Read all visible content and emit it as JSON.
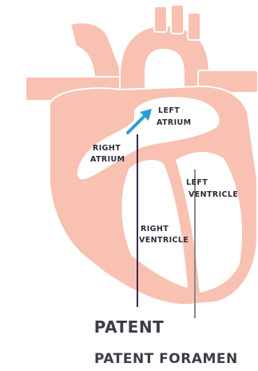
{
  "diagram": {
    "labels": {
      "left_atrium": [
        "LEFT",
        "ATRIUM"
      ],
      "right_atrium": [
        "RIGHT",
        "ATRIUM"
      ],
      "left_ventricle": [
        "LEFT",
        "VENTRICLE"
      ],
      "right_ventricle": [
        "RIGHT",
        "VENTRICLE"
      ]
    },
    "heading": "PATENT",
    "subheading": "PATENT FORAMEN",
    "colors": {
      "heart": "#f8c1b1",
      "outline": "#ffffff",
      "arrow": "#2a9ed4",
      "line_dark": "#3c2756",
      "line_gray": "#8a8a8a",
      "text": "#2b2b36"
    }
  }
}
